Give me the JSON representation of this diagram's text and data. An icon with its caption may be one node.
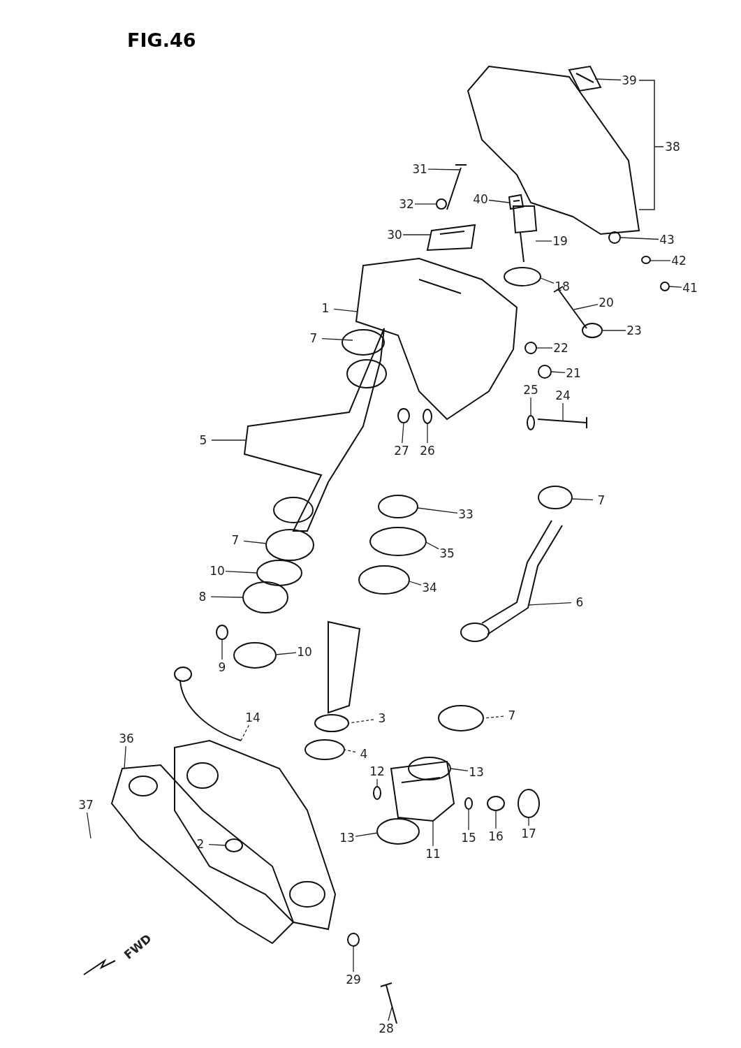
{
  "diagram": {
    "title": "FIG.46",
    "nodes": [
      {
        "text": [
          "39"
        ]
      },
      {
        "text": [
          "31"
        ]
      },
      {
        "text": [
          "40"
        ]
      },
      {
        "text": [
          "32"
        ]
      },
      {
        "text": [
          "30"
        ]
      },
      {
        "text": [
          "19"
        ]
      },
      {
        "text": [
          "43"
        ]
      },
      {
        "text": [
          "42"
        ]
      },
      {
        "text": [
          "18"
        ]
      },
      {
        "text": [
          "41"
        ]
      },
      {
        "text": [
          "1"
        ]
      },
      {
        "text": [
          "20"
        ]
      },
      {
        "text": [
          "23"
        ]
      },
      {
        "text": [
          "7"
        ]
      },
      {
        "text": [
          "22"
        ]
      },
      {
        "text": [
          "21"
        ]
      },
      {
        "text": [
          "25"
        ]
      },
      {
        "text": [
          "24"
        ]
      },
      {
        "text": [
          "5"
        ]
      },
      {
        "text": [
          "27"
        ]
      },
      {
        "text": [
          "26"
        ]
      },
      {
        "text": [
          "7"
        ]
      },
      {
        "text": [
          "33"
        ]
      },
      {
        "text": [
          "7"
        ]
      },
      {
        "text": [
          "35"
        ]
      },
      {
        "text": [
          "10"
        ]
      },
      {
        "text": [
          "34"
        ]
      },
      {
        "text": [
          "8"
        ]
      },
      {
        "text": [
          "6"
        ]
      },
      {
        "text": [
          "9"
        ]
      },
      {
        "text": [
          "10"
        ]
      },
      {
        "text": [
          "3"
        ]
      },
      {
        "text": [
          "7"
        ]
      },
      {
        "text": [
          "14"
        ]
      },
      {
        "text": [
          "36"
        ]
      },
      {
        "text": [
          "4"
        ]
      },
      {
        "text": [
          "12"
        ]
      },
      {
        "text": [
          "13"
        ]
      },
      {
        "text": [
          "37"
        ]
      },
      {
        "text": [
          "2"
        ]
      },
      {
        "text": [
          "13"
        ]
      },
      {
        "text": [
          "15"
        ]
      },
      {
        "text": [
          "16"
        ]
      },
      {
        "text": [
          "11"
        ]
      },
      {
        "text": [
          "17"
        ]
      },
      {
        "text": [
          "29"
        ]
      },
      {
        "text": [
          "28"
        ]
      },
      {
        "text": [],
        "shape": "picture"
      },
      {
        "text": [],
        "shape": "picture"
      },
      {
        "text": [],
        "shape": "picture"
      },
      {
        "text": [],
        "shape": "circle"
      },
      {
        "text": [],
        "shape": "picture"
      },
      {
        "text": [],
        "shape": "picture"
      },
      {
        "text": [],
        "shape": "circle"
      },
      {
        "text": [],
        "shape": "circle"
      },
      {
        "text": [],
        "shape": "circle"
      },
      {
        "text": [],
        "shape": "circle"
      },
      {
        "text": [],
        "shape": "picture"
      },
      {
        "text": [],
        "shape": "picture"
      },
      {
        "text": [],
        "shape": "circle"
      },
      {
        "text": [],
        "shape": "circle"
      },
      {
        "text": [],
        "shape": "circle"
      },
      {
        "text": [],
        "shape": "circle"
      },
      {
        "text": [],
        "shape": "circle"
      },
      {
        "text": [],
        "shape": "picture"
      },
      {
        "text": [],
        "shape": "picture"
      },
      {
        "text": [],
        "shape": "circle"
      },
      {
        "text": [],
        "shape": "circle"
      },
      {
        "text": [],
        "shape": "circle"
      },
      {
        "text": [],
        "shape": "circle"
      },
      {
        "text": [],
        "shape": "circle"
      },
      {
        "text": [],
        "shape": "circle"
      },
      {
        "text": [],
        "shape": "circle"
      },
      {
        "text": [],
        "shape": "circle"
      },
      {
        "text": [],
        "shape": "circle"
      },
      {
        "text": [],
        "shape": "picture"
      },
      {
        "text": [],
        "shape": "circle"
      },
      {
        "text": [],
        "shape": "circle"
      },
      {
        "text": [],
        "shape": "circle"
      },
      {
        "text": [],
        "shape": "circle"
      },
      {
        "text": [],
        "shape": "picture"
      },
      {
        "text": [],
        "shape": "picture"
      },
      {
        "text": [],
        "shape": "circle"
      },
      {
        "text": [],
        "shape": "circle"
      },
      {
        "text": [],
        "shape": "circle"
      },
      {
        "text": [],
        "shape": "picture"
      },
      {
        "text": [],
        "shape": "circle"
      },
      {
        "text": [],
        "shape": "circle"
      },
      {
        "text": [],
        "shape": "circle"
      },
      {
        "text": [],
        "shape": "picture"
      },
      {
        "text": [],
        "shape": "circle"
      },
      {
        "text": [],
        "shape": "circle"
      },
      {
        "text": [],
        "shape": "picture"
      }
    ],
    "edges": [
      {
        "from": 0,
        "to": 47,
        "arrow": "none"
      },
      {
        "from": 1,
        "to": 48,
        "arrow": "none"
      },
      {
        "from": 2,
        "to": 49,
        "arrow": "none"
      },
      {
        "from": 3,
        "to": 50,
        "arrow": "none"
      },
      {
        "from": 4,
        "to": 51,
        "arrow": "none"
      },
      {
        "from": 5,
        "to": 52,
        "arrow": "none"
      },
      {
        "from": 6,
        "to": 53,
        "arrow": "none"
      },
      {
        "from": 7,
        "to": 54,
        "arrow": "none"
      },
      {
        "from": 8,
        "to": 55,
        "arrow": "none"
      },
      {
        "from": 9,
        "to": 56,
        "arrow": "none"
      },
      {
        "from": 10,
        "to": 57,
        "arrow": "none"
      },
      {
        "from": 11,
        "to": 58,
        "arrow": "none"
      },
      {
        "from": 12,
        "to": 59,
        "arrow": "none"
      },
      {
        "from": 13,
        "to": 60,
        "arrow": "none"
      },
      {
        "from": 14,
        "to": 61,
        "arrow": "none"
      },
      {
        "from": 15,
        "to": 62,
        "arrow": "none"
      },
      {
        "from": 16,
        "to": 63,
        "arrow": "none"
      },
      {
        "from": 17,
        "to": 64,
        "arrow": "none"
      },
      {
        "from": 18,
        "to": 65,
        "arrow": "none"
      },
      {
        "from": 19,
        "to": 66,
        "arrow": "none"
      },
      {
        "from": 20,
        "to": 67,
        "arrow": "none"
      },
      {
        "from": 21,
        "to": 68,
        "arrow": "none"
      },
      {
        "from": 22,
        "to": 69,
        "arrow": "none"
      },
      {
        "from": 23,
        "to": 70,
        "arrow": "none"
      },
      {
        "from": 24,
        "to": 71,
        "arrow": "none"
      },
      {
        "from": 25,
        "to": 72,
        "arrow": "none"
      },
      {
        "from": 26,
        "to": 73,
        "arrow": "none"
      },
      {
        "from": 27,
        "to": 74,
        "arrow": "none"
      },
      {
        "from": 28,
        "to": 75,
        "arrow": "none"
      },
      {
        "from": 29,
        "to": 76,
        "arrow": "none"
      },
      {
        "from": 30,
        "to": 77,
        "arrow": "none"
      },
      {
        "from": 31,
        "to": 78,
        "arrow": "none",
        "style": "dashed"
      },
      {
        "from": 32,
        "to": 79,
        "arrow": "none",
        "style": "dashed"
      },
      {
        "from": 33,
        "to": 80,
        "arrow": "none",
        "style": "dashed"
      },
      {
        "from": 34,
        "to": 81,
        "arrow": "none"
      },
      {
        "from": 35,
        "to": 82,
        "arrow": "none",
        "style": "dashed"
      },
      {
        "from": 36,
        "to": 83,
        "arrow": "none"
      },
      {
        "from": 37,
        "to": 84,
        "arrow": "none"
      },
      {
        "from": 38,
        "to": null,
        "arrow": "none"
      },
      {
        "from": 39,
        "to": 85,
        "arrow": "none"
      },
      {
        "from": 40,
        "to": 86,
        "arrow": "none"
      },
      {
        "from": 41,
        "to": 87,
        "arrow": "none"
      },
      {
        "from": 42,
        "to": 88,
        "arrow": "none"
      },
      {
        "from": 43,
        "to": 89,
        "arrow": "none"
      },
      {
        "from": 44,
        "to": 90,
        "arrow": "none"
      },
      {
        "from": 45,
        "to": 91,
        "arrow": "none"
      },
      {
        "from": 46,
        "to": 92,
        "arrow": "none"
      }
    ],
    "labels": [
      "38",
      "FWD"
    ]
  }
}
